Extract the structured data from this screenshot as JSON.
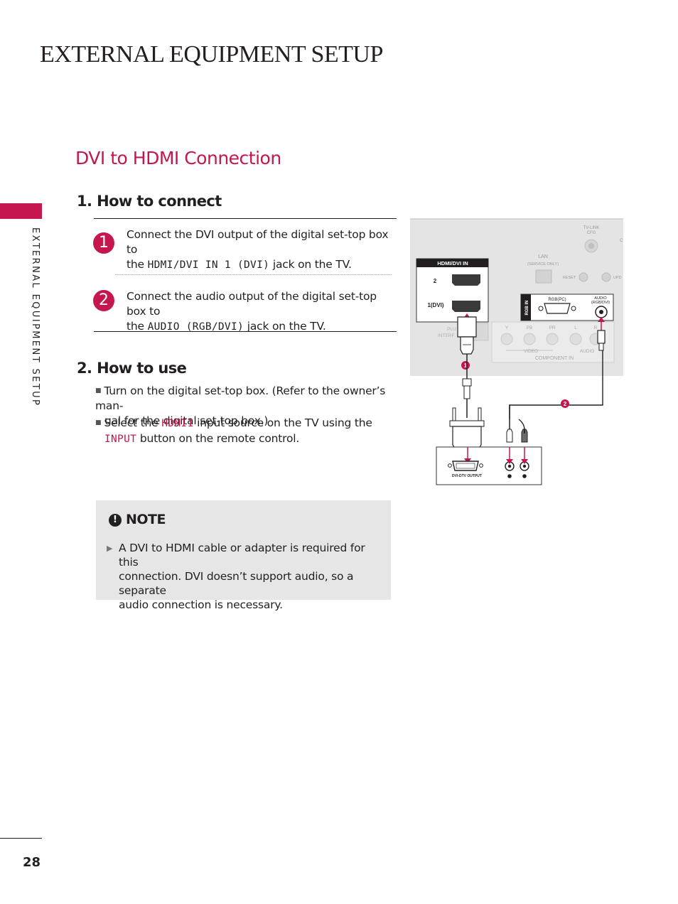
{
  "header": {
    "title": "EXTERNAL EQUIPMENT SETUP"
  },
  "sidebar": {
    "label": "EXTERNAL EQUIPMENT SETUP"
  },
  "section": {
    "title": "DVI to HDMI Connection"
  },
  "how_to_connect": {
    "title": "1. How to connect",
    "steps": [
      {
        "badge": "1",
        "line1": "Connect the DVI output of the digital set-top box to",
        "pre": "the ",
        "highlight": "HDMI/DVI IN 1 (DVI)",
        "post": " jack on the TV."
      },
      {
        "badge": "2",
        "line1": "Connect the audio output of the digital set-top box to",
        "pre": "the ",
        "highlight": "AUDIO (RGB/DVI)",
        "post": " jack on the TV."
      }
    ]
  },
  "how_to_use": {
    "title": "2. How to use",
    "bullet1_line1": "Turn on the digital set-top box. (Refer to the owner’s man-",
    "bullet1_line2": "ual for the digital set-top box.)",
    "bullet2_pre": "Select the ",
    "bullet2_hl1": "HDMI1",
    "bullet2_mid": " input source on the TV using the",
    "bullet2_hl2": "INPUT",
    "bullet2_post": " button on the remote control."
  },
  "note": {
    "icon": "!",
    "title": "NOTE",
    "line1": "A DVI to HDMI cable or adapter is required for this",
    "line2": "connection. DVI doesn’t support audio, so a separate",
    "line3": "audio connection is necessary."
  },
  "diagram": {
    "tv_link": "TV-LINK",
    "cfg": "CFG",
    "lan": "LAN",
    "service_only": "(SERVICE ONLY)",
    "reset": "RESET",
    "upd": "UPD",
    "hdmi_dvi_in": "HDMI/DVI IN",
    "port_2": "2",
    "port_1": "1(DVI)",
    "rgb_in": "RGB IN",
    "rgb_pc": "RGB(PC)",
    "audio_label": "AUDIO",
    "audio_sub": "(RGB/DVI)",
    "plug": "PLU",
    "interface": "INTERF",
    "y": "Y",
    "pb": "PB",
    "pr": "PR",
    "l": "L",
    "r": "R",
    "video": "VIDEO",
    "audio_small": "AUDIO",
    "component_in": "COMPONENT IN",
    "dvi_dtv_output": "DVI-DTV OUTPUT",
    "marker1": "1",
    "marker2": "2",
    "colors": {
      "accent": "#c5174d",
      "panel": "#e4e4e4"
    }
  },
  "footer": {
    "page_number": "28"
  }
}
